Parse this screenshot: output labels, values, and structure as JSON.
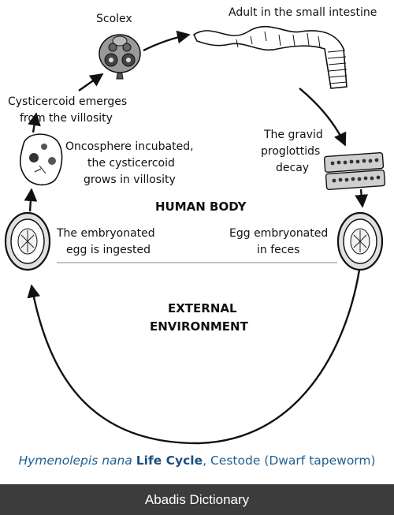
{
  "labels": {
    "scolex": "Scolex",
    "adult": "Adult in the small intestine",
    "cysticercoid_l1": "Cysticercoid emerges",
    "cysticercoid_l2": "from the villosity",
    "oncosphere_l1": "Oncosphere incubated,",
    "oncosphere_l2": "the cysticercoid",
    "oncosphere_l3": "grows in villosity",
    "gravid_l1": "The gravid",
    "gravid_l2": "proglottids",
    "gravid_l3": "decay",
    "human_body": "HUMAN BODY",
    "ingested_l1": "The embryonated",
    "ingested_l2": "egg is ingested",
    "feces_l1": "Egg embryonated",
    "feces_l2": "in feces",
    "external_l1": "EXTERNAL",
    "external_l2": "ENVIRONMENT"
  },
  "caption": {
    "species": "Hymenolepis nana",
    "life_cycle": "Life Cycle",
    "rest": ", Cestode (Dwarf tapeworm)"
  },
  "footer": "Abadis Dictionary"
}
